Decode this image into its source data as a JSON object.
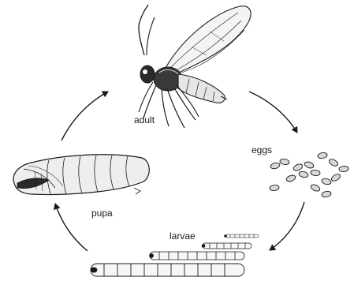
{
  "diagram": {
    "stages": {
      "adult": "adult",
      "eggs": "eggs",
      "larvae": "larvae",
      "pupa": "pupa"
    },
    "colors": {
      "ink": "#1a1a1a",
      "wing": "#f4f4f4",
      "egg": "#d9d9d9",
      "larva": "#f7f7f7",
      "background": "#ffffff"
    }
  }
}
